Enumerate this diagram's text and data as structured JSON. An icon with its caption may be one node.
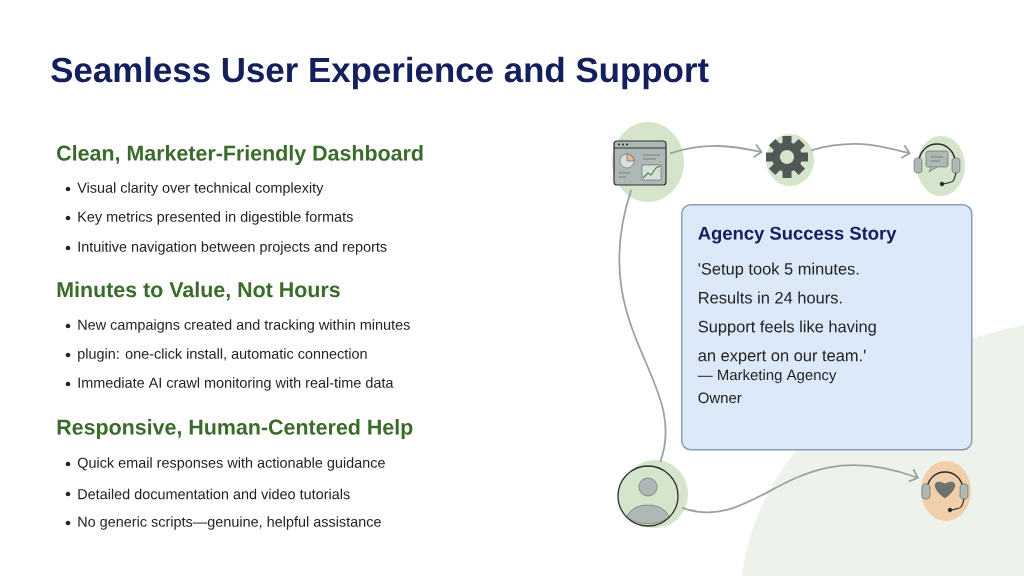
{
  "diagram": {
    "title": "Seamless User Experience and Support",
    "nodes": [
      {
        "text": [],
        "shape": "picture"
      },
      {
        "text": [],
        "shape": "picture"
      },
      {
        "text": [],
        "shape": "picture"
      },
      {
        "text": [
          "Agency Success Story",
          "'Setup took 5 minutes. Results in 24 hours. Support feels like having an expert on our team.'",
          "— Marketing Agency Owner"
        ]
      },
      {
        "text": [],
        "shape": "person"
      },
      {
        "text": [],
        "shape": "picture"
      }
    ],
    "edges": [
      {
        "from": 0,
        "to": 1,
        "arrow": "to"
      },
      {
        "from": 1,
        "to": 2,
        "arrow": "to"
      },
      {
        "from": 0,
        "to": 4,
        "arrow": "none"
      },
      {
        "from": 4,
        "to": 5,
        "arrow": "to"
      }
    ],
    "labels": [
      "Clean, Marketer-Friendly Dashboard",
      "Visual clarity over technical complexity",
      "Key metrics presented in digestible formats",
      "Intuitive navigation between projects and reports",
      "Minutes to Value, Not Hours",
      "New campaigns created and tracking within minutes",
      "plugin: one-click install, automatic connection",
      "Immediate AI crawl monitoring with real-time data",
      "Responsive, Human-Centered Help",
      "Quick email responses with actionable guidance",
      "Detailed documentation and video tutorials",
      "No generic scripts—genuine, helpful assistance"
    ]
  }
}
